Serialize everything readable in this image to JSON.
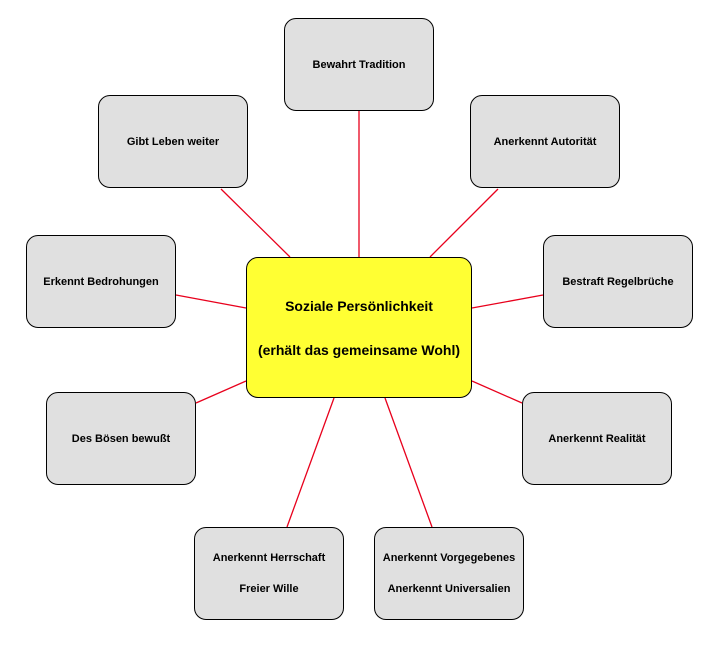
{
  "diagram": {
    "center": {
      "line1": "Soziale Persönlichkeit",
      "line2": "(erhält das gemeinsame Wohl)"
    },
    "nodes": {
      "bewahrt_tradition": "Bewahrt Tradition",
      "gibt_leben_weiter": "Gibt Leben weiter",
      "anerkennt_autoritaet": "Anerkennt Autorität",
      "erkennt_bedrohungen": "Erkennt Bedrohungen",
      "bestraft_regelbrueche": "Bestraft Regelbrüche",
      "des_boesen_bewusst": "Des Bösen bewußt",
      "anerkennt_realitaet": "Anerkennt Realität",
      "anerkennt_herrschaft": "Anerkennt Herrschaft",
      "freier_wille": "Freier Wille",
      "anerkennt_vorgegebenes": "Anerkennt Vorgegebenes",
      "anerkennt_universalien": "Anerkennt Universalien"
    },
    "colors": {
      "center_fill": "#ffff33",
      "node_fill": "#e0e0e0",
      "connector": "#e8001c",
      "border": "#000000"
    }
  }
}
